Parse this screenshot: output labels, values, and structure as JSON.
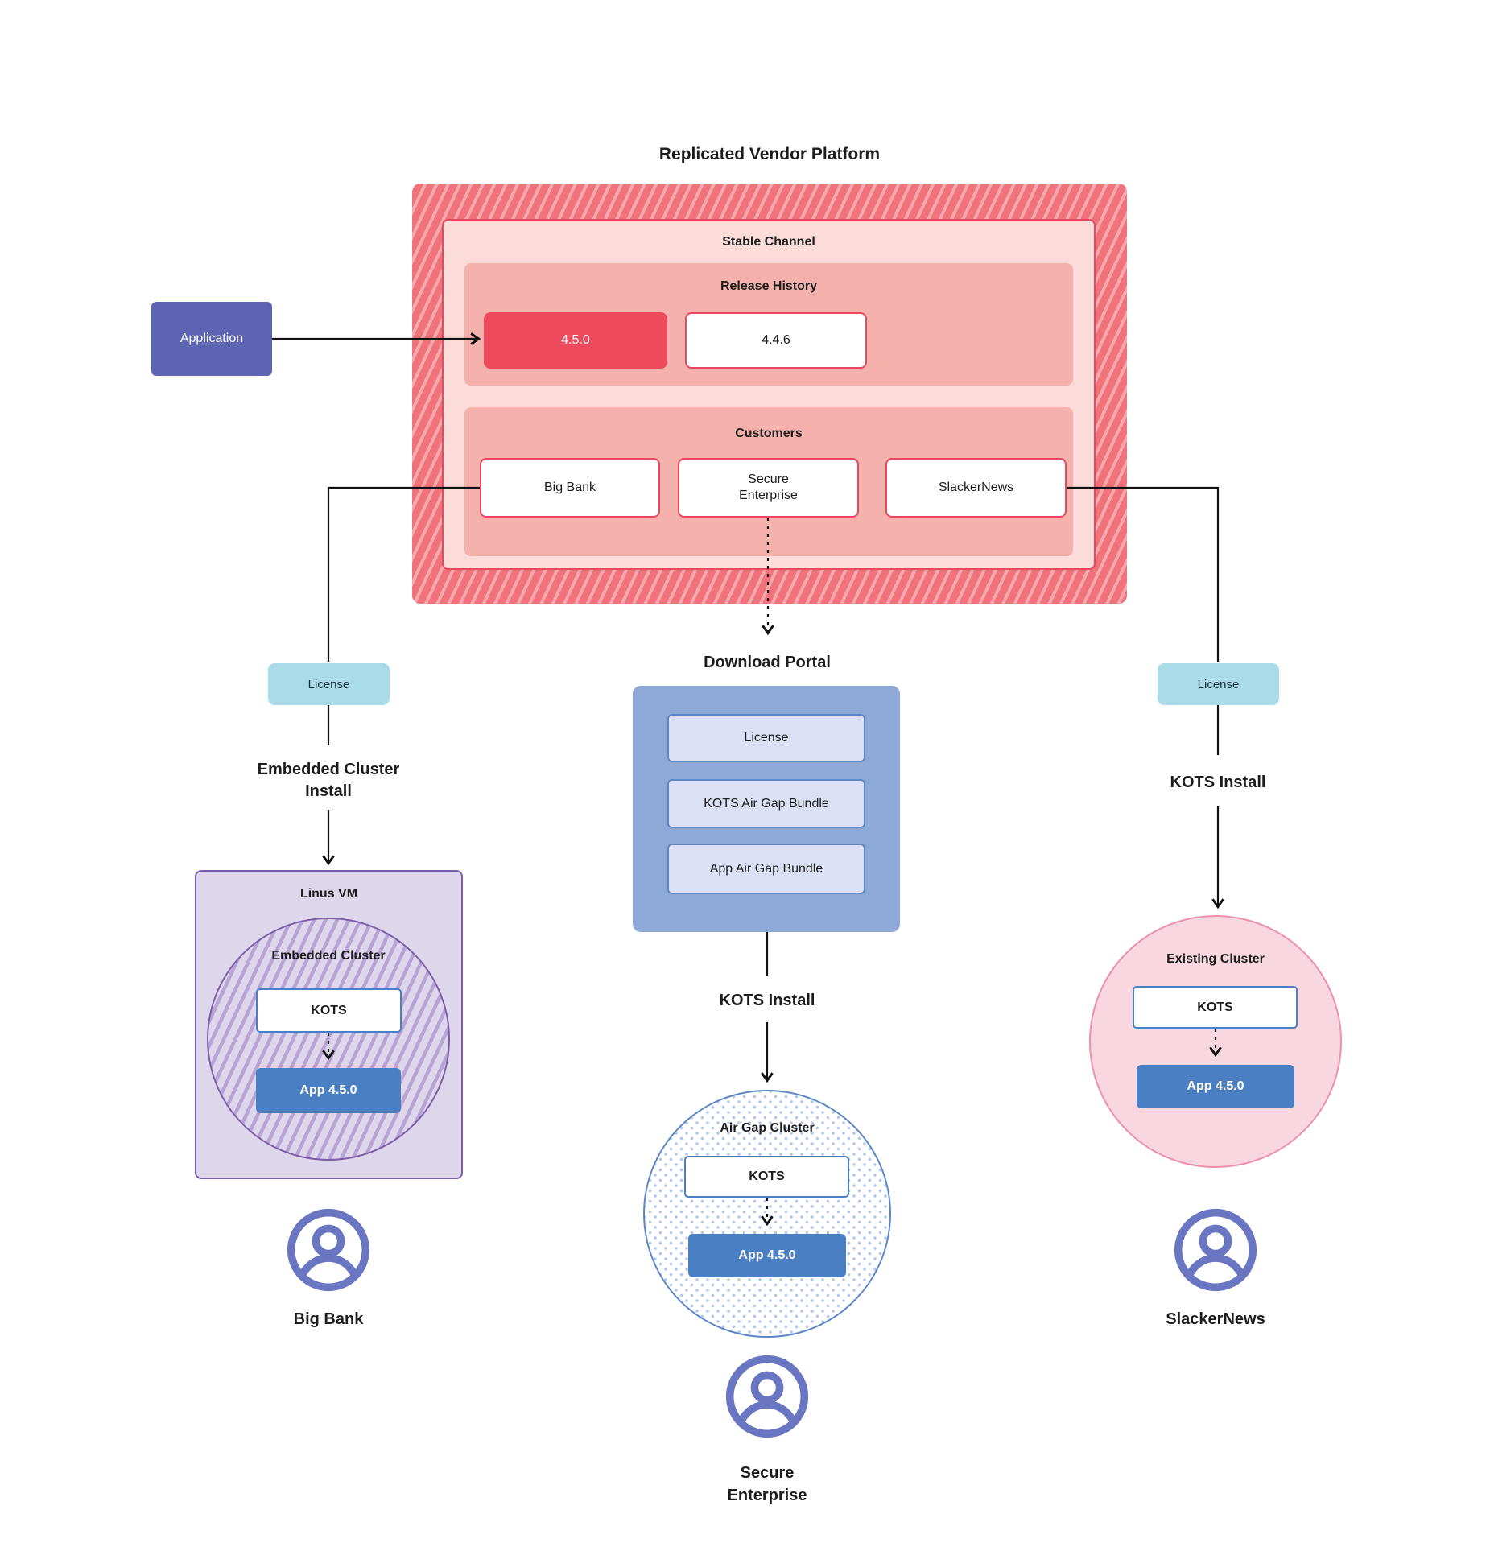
{
  "title": "Replicated Vendor Platform",
  "colors": {
    "platform_hatch": "#f0727b",
    "platform_hatch_stripe": "#f59ba2",
    "platform_panel": "#fbdcd9",
    "platform_subpanel": "#f5b2ac",
    "platform_border": "#e8475f",
    "release_current_bg": "#ee4a5e",
    "application_bg": "#5d64b4",
    "license_bg": "#a9dce8",
    "portal_bg": "#8ea9d8",
    "portal_item_bg": "#dbe0f5",
    "kots_border": "#4a7fc3",
    "app_version_bg": "#4a7fc3",
    "vm_bg": "#ded7eb",
    "vm_border": "#7d5ea9",
    "existing_cluster_bg": "#f8d7e1",
    "existing_cluster_border": "#ee8fab",
    "user_icon": "#6b76c2"
  },
  "application": {
    "label": "Application"
  },
  "platform": {
    "stable_channel_label": "Stable Channel",
    "release_history_label": "Release History",
    "releases": [
      {
        "version": "4.5.0",
        "current": true
      },
      {
        "version": "4.4.6",
        "current": false
      }
    ],
    "customers_label": "Customers",
    "customers": [
      {
        "name": "Big Bank"
      },
      {
        "name": "Secure Enterprise"
      },
      {
        "name": "SlackerNews"
      }
    ]
  },
  "download_portal": {
    "label": "Download Portal",
    "items": [
      {
        "label": "License"
      },
      {
        "label": "KOTS Air Gap Bundle"
      },
      {
        "label": "App Air Gap Bundle"
      }
    ]
  },
  "left_branch": {
    "license_label": "License",
    "install_label": "Embedded Cluster Install",
    "vm_label": "Linus VM",
    "cluster_label": "Embedded Cluster",
    "kots_label": "KOTS",
    "app_label": "App 4.5.0",
    "customer_name": "Big Bank"
  },
  "middle_branch": {
    "install_label": "KOTS Install",
    "cluster_label": "Air Gap Cluster",
    "kots_label": "KOTS",
    "app_label": "App 4.5.0",
    "customer_name_line1": "Secure",
    "customer_name_line2": "Enterprise"
  },
  "right_branch": {
    "license_label": "License",
    "install_label": "KOTS Install",
    "cluster_label": "Existing Cluster",
    "kots_label": "KOTS",
    "app_label": "App 4.5.0",
    "customer_name": "SlackerNews"
  }
}
